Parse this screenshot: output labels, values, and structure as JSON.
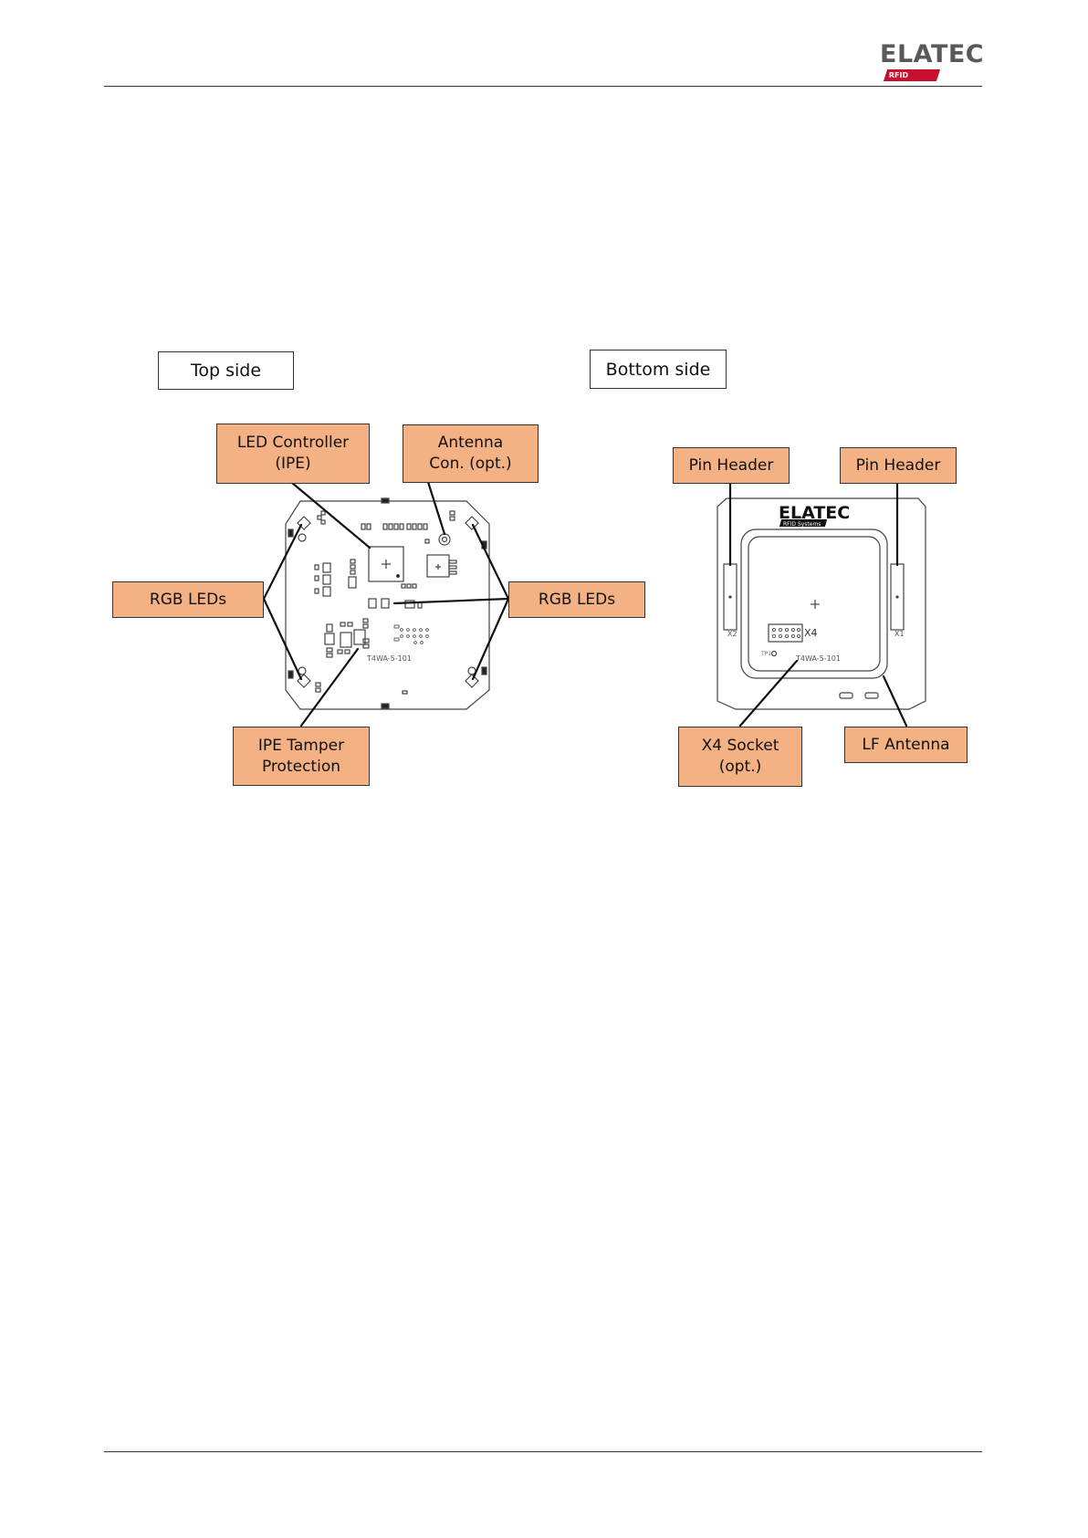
{
  "header": {
    "logo": {
      "word": "ELATEC",
      "tagline": "RFID Systems"
    }
  },
  "labels": {
    "top_side": "Top side",
    "bottom_side": "Bottom side"
  },
  "top_callouts": {
    "led_controller": "LED Controller\n(IPE)",
    "antenna_con": "Antenna\nCon. (opt.)",
    "rgb_leds_left": "RGB LEDs",
    "rgb_leds_right": "RGB LEDs",
    "ipe_tamper": "IPE Tamper\nProtection"
  },
  "bottom_callouts": {
    "pin_header_left": "Pin Header",
    "pin_header_right": "Pin Header",
    "x4_socket": "X4 Socket\n(opt.)",
    "lf_antenna": "LF Antenna"
  },
  "board_markings": {
    "top_part_no": "T4WA-5-101",
    "bottom_part_no": "T4WA-5-101",
    "bottom_logo": "ELATEC",
    "bottom_logo_tag": "RFID Systems",
    "x1": "X1",
    "x2": "X2",
    "x4": "X4",
    "tp": "TP1"
  },
  "colors": {
    "callout_fill": "#f4b183",
    "line": "#111111",
    "board_line": "#444444",
    "logo_red": "#c8102e",
    "logo_grey": "#58595b"
  }
}
